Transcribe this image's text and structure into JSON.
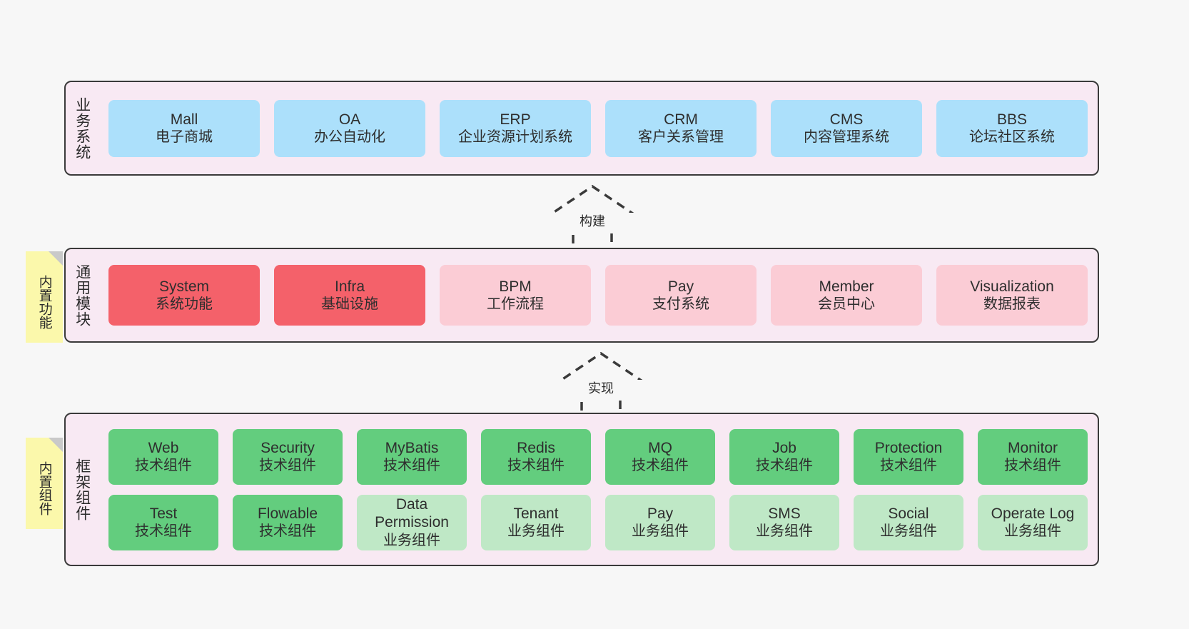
{
  "canvas": {
    "background": "#f7f7f7",
    "panel_fill": "#f8e9f3",
    "panel_border": "#3a3a3a"
  },
  "palette": {
    "blue": "#ace0fb",
    "red_strong": "#f4616a",
    "red_light": "#fbccd5",
    "green_strong": "#63cd7e",
    "green_light": "#bfe8c6",
    "note_yellow": "#fbf8ab",
    "note_fold": "#c9c9c9"
  },
  "layers": {
    "business": {
      "title": "业务系统",
      "items": [
        {
          "en": "Mall",
          "cn": "电子商城"
        },
        {
          "en": "OA",
          "cn": "办公自动化"
        },
        {
          "en": "ERP",
          "cn": "企业资源计划系统"
        },
        {
          "en": "CRM",
          "cn": "客户关系管理"
        },
        {
          "en": "CMS",
          "cn": "内容管理系统"
        },
        {
          "en": "BBS",
          "cn": "论坛社区系统"
        }
      ]
    },
    "module": {
      "title": "通用模块",
      "note": "内置功能",
      "items": [
        {
          "en": "System",
          "cn": "系统功能",
          "tone": "strong"
        },
        {
          "en": "Infra",
          "cn": "基础设施",
          "tone": "strong"
        },
        {
          "en": "BPM",
          "cn": "工作流程",
          "tone": "light"
        },
        {
          "en": "Pay",
          "cn": "支付系统",
          "tone": "light"
        },
        {
          "en": "Member",
          "cn": "会员中心",
          "tone": "light"
        },
        {
          "en": "Visualization",
          "cn": "数据报表",
          "tone": "light"
        }
      ]
    },
    "framework": {
      "title": "框架组件",
      "note": "内置组件",
      "row1": [
        {
          "en": "Web",
          "cn": "技术组件"
        },
        {
          "en": "Security",
          "cn": "技术组件"
        },
        {
          "en": "MyBatis",
          "cn": "技术组件"
        },
        {
          "en": "Redis",
          "cn": "技术组件"
        },
        {
          "en": "MQ",
          "cn": "技术组件"
        },
        {
          "en": "Job",
          "cn": "技术组件"
        },
        {
          "en": "Protection",
          "cn": "技术组件"
        },
        {
          "en": "Monitor",
          "cn": "技术组件"
        }
      ],
      "row2": [
        {
          "en": "Test",
          "cn": "技术组件",
          "tone": "strong"
        },
        {
          "en": "Flowable",
          "cn": "技术组件",
          "tone": "strong"
        },
        {
          "en": "Data Permission",
          "cn": "业务组件",
          "tone": "light"
        },
        {
          "en": "Tenant",
          "cn": "业务组件",
          "tone": "light"
        },
        {
          "en": "Pay",
          "cn": "业务组件",
          "tone": "light"
        },
        {
          "en": "SMS",
          "cn": "业务组件",
          "tone": "light"
        },
        {
          "en": "Social",
          "cn": "业务组件",
          "tone": "light"
        },
        {
          "en": "Operate Log",
          "cn": "业务组件",
          "tone": "light"
        }
      ]
    }
  },
  "connectors": [
    {
      "label": "构建",
      "from": "module",
      "to": "business"
    },
    {
      "label": "实现",
      "from": "framework",
      "to": "module"
    }
  ]
}
